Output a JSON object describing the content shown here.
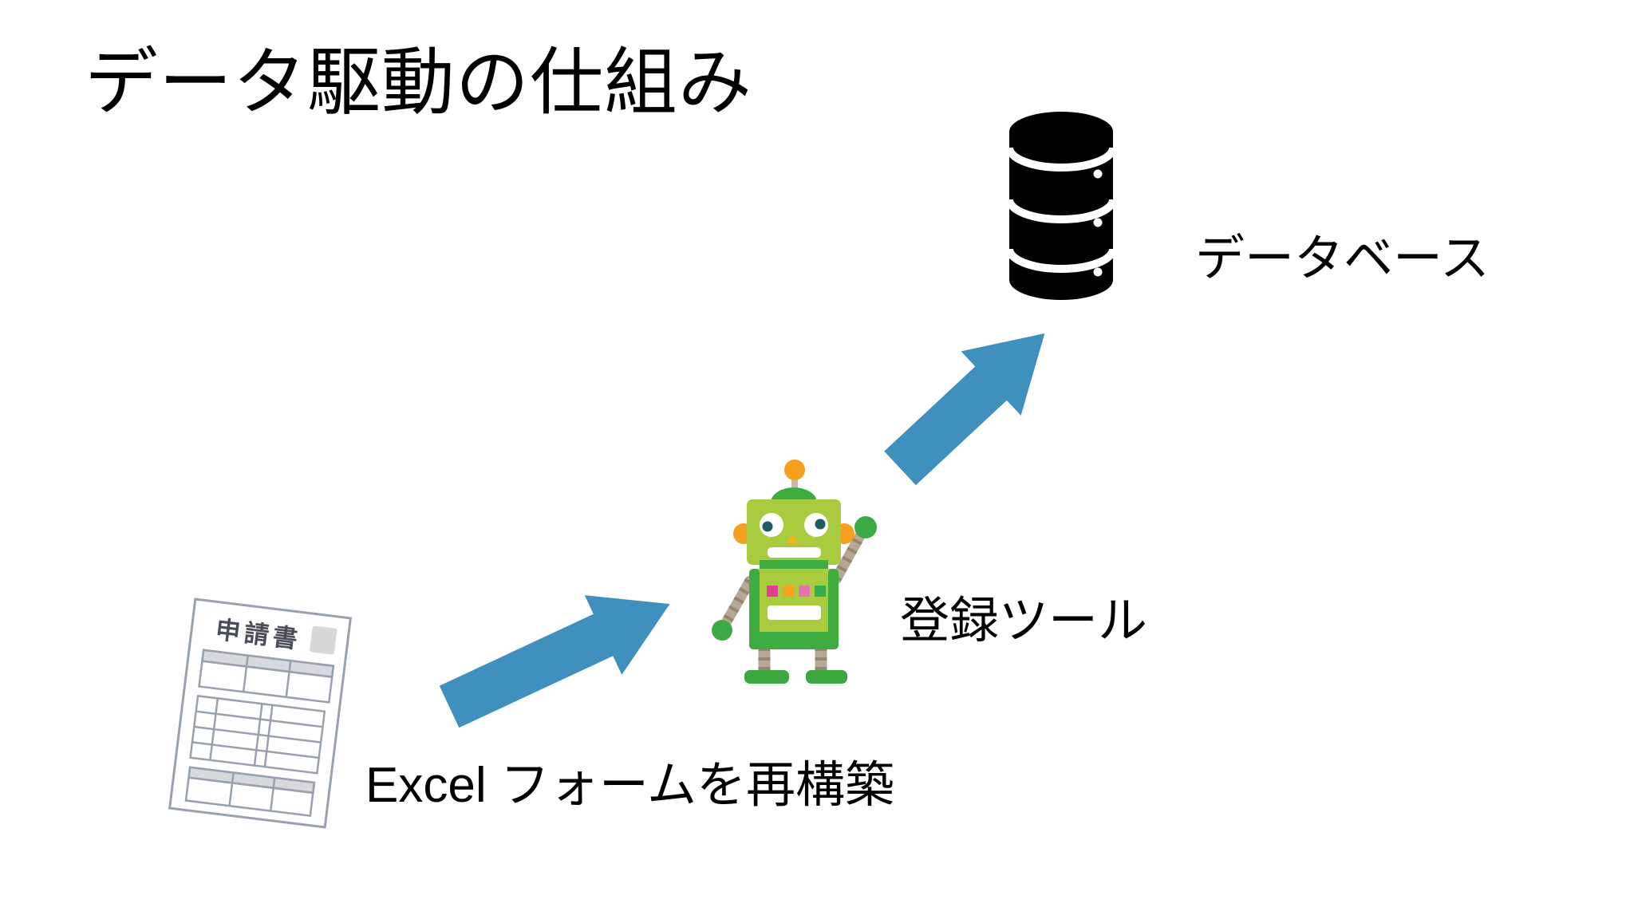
{
  "slide": {
    "title": "データ駆動の仕組み"
  },
  "nodes": {
    "form": {
      "document_title": "申請書",
      "caption": "Excel フォームを再構築"
    },
    "tool": {
      "label": "登録ツール"
    },
    "database": {
      "label": "データベース"
    }
  },
  "flow": {
    "step1": "form-document to registration-tool",
    "step2": "registration-tool to database"
  },
  "colors": {
    "arrow": "#3F8FBF",
    "database_icon": "#000000",
    "robot_body": "#A8CC3D",
    "robot_accent": "#3FAC3F",
    "robot_orange": "#F5A01F",
    "robot_limb": "#B7A896",
    "paper_line": "#98A1AE",
    "paper_header_fill": "#D6D9DE",
    "text": "#000000"
  }
}
